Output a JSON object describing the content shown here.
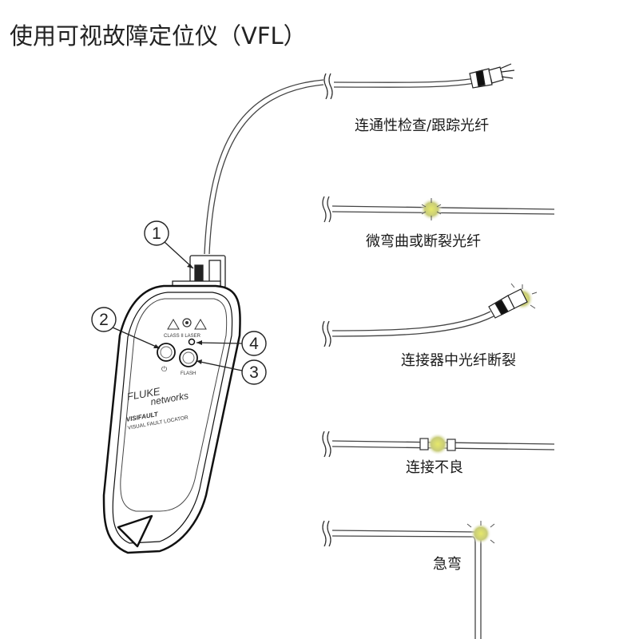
{
  "title": "使用可视故障定位仪（VFL）",
  "callouts": [
    "1",
    "2",
    "3",
    "4"
  ],
  "device": {
    "brand": "FLUKE",
    "brand_sub": "networks",
    "product": "VISIFAULT",
    "product_sub": "VISUAL FAULT LOCATOR",
    "class_label": "CLASS II LASER",
    "flash_label": "FLASH",
    "power_symbol": "⏻"
  },
  "scenarios": [
    "连通性检查/跟踪光纤",
    "微弯曲或断裂光纤",
    "连接器中光纤断裂",
    "连接不良",
    "急弯"
  ]
}
